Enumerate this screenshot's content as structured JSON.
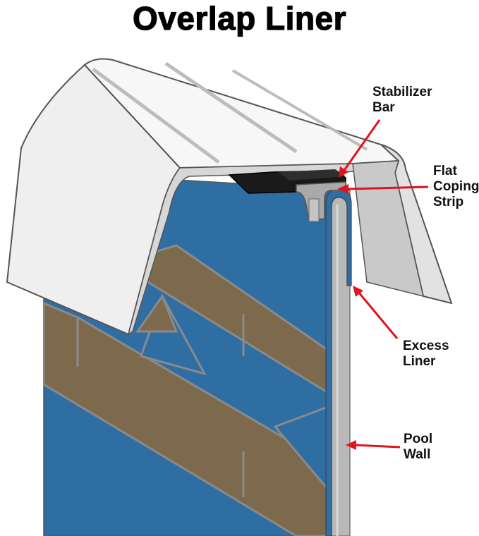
{
  "title": "Overlap Liner",
  "callouts": {
    "stabilizer_bar": [
      "Stabilizer",
      "Bar"
    ],
    "flat_coping_strip": [
      "Flat",
      "Coping",
      "Strip"
    ],
    "excess_liner": [
      "Excess",
      "Liner"
    ],
    "pool_wall": [
      "Pool",
      "Wall"
    ]
  },
  "colors": {
    "liner_blue": "#2f6ea3",
    "liner_pattern": "#7d6a4c",
    "cap_white": "#f2f2f2",
    "cap_shadow": "#c9c9c9",
    "stabilizer_black": "#1a1a1a",
    "wall_gray": "#b8b8b8",
    "arrow_red": "#e0141e"
  }
}
